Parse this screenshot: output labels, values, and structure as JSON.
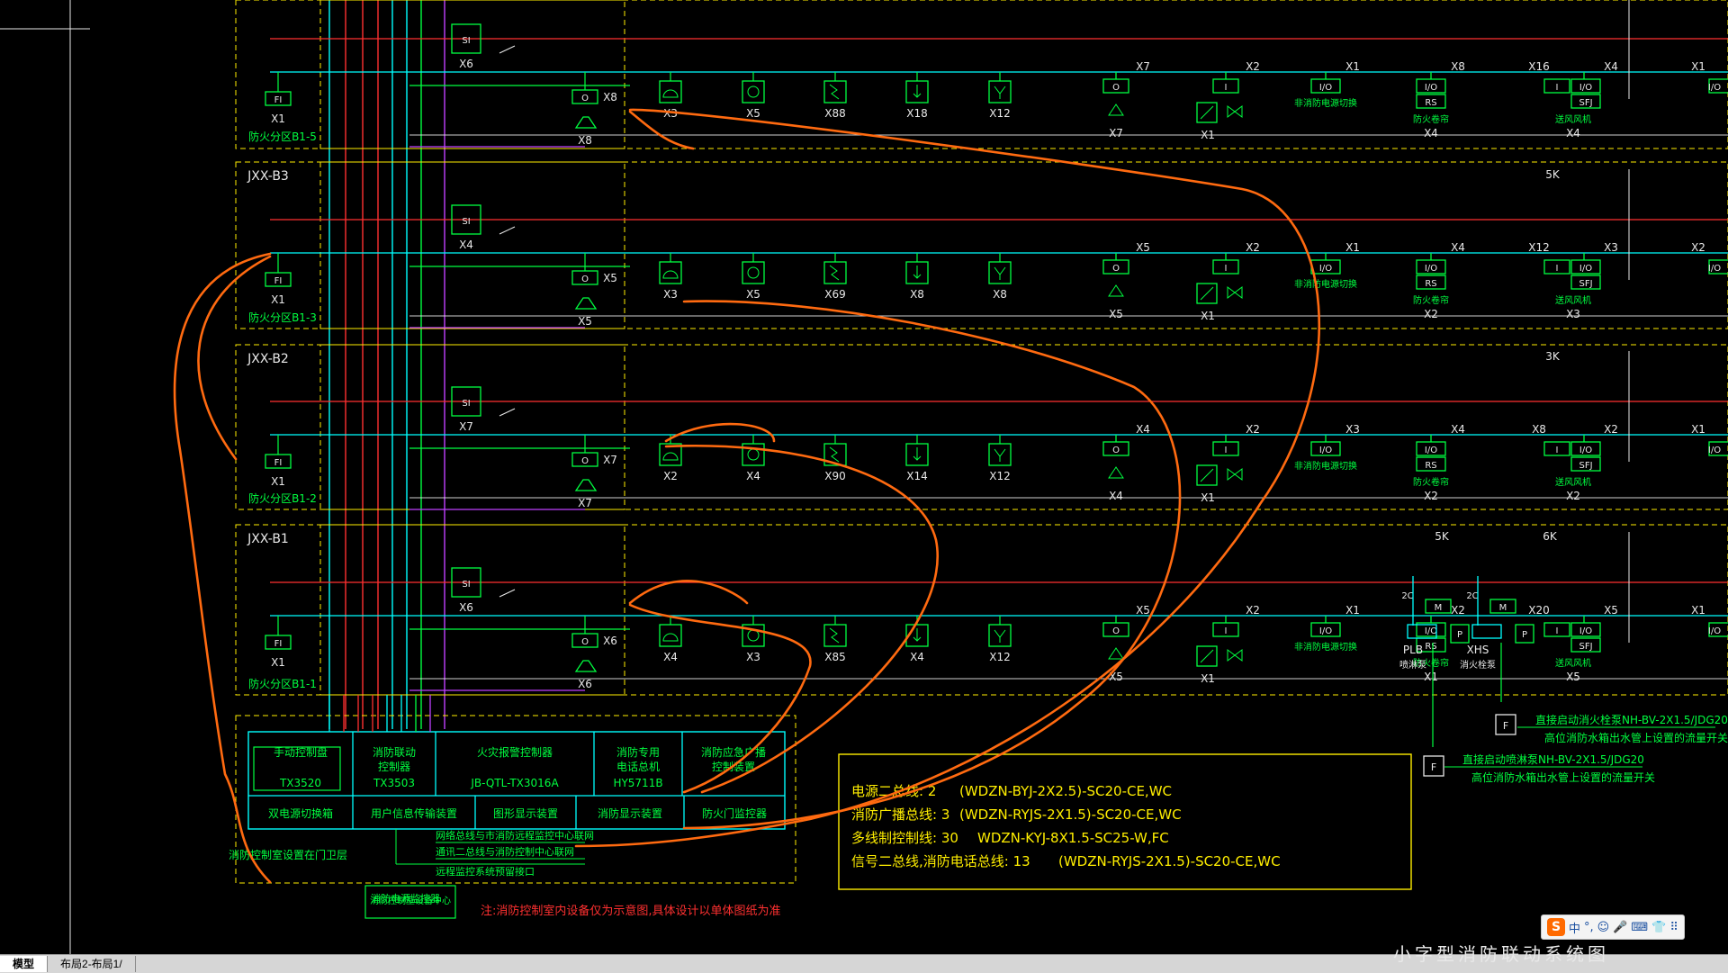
{
  "floors": [
    {
      "id": "JXX-B3",
      "zone": "防火分区B1-3"
    },
    {
      "id": "JXX-B2",
      "zone": "防火分区B1-2"
    },
    {
      "id": "JXX-B1",
      "zone": "防火分区B1-1"
    }
  ],
  "top_zone": "防火分区B1-5",
  "rows": [
    {
      "fi": "X1",
      "si": "X6",
      "rel": "X8",
      "bell": "X8",
      "horn": "X3",
      "x5": "X5",
      "man": "X88",
      "sm": "X18",
      "heat": "X12",
      "sig": "X7",
      "valve_a": "X7",
      "valve_b": "X2",
      "valve_c": "X1",
      "io1": "X1",
      "io1_sub": "非消防电源切换",
      "rs": "X8",
      "rs_sub": "防火卷帘",
      "rs_sub2": "X4",
      "sfj": "X16",
      "sfj2": "X4",
      "sfj_sub": "送风风机",
      "sfj_sub2": "X4",
      "end": "X1"
    },
    {
      "fi": "X1",
      "si": "X4",
      "rel": "X5",
      "bell": "X5",
      "horn": "X3",
      "x5": "X5",
      "man": "X69",
      "sm": "X8",
      "heat": "X8",
      "sig": "X5",
      "valve_a": "X5",
      "valve_b": "X2",
      "valve_c": "X1",
      "io1": "X1",
      "io1_sub": "非消防电源切换",
      "rs": "X4",
      "rs_sub": "防火卷帘",
      "rs_sub2": "X2",
      "sfj": "X12",
      "sfj2": "X3",
      "sfj_sub": "送风风机",
      "sfj_sub2": "X3",
      "end": "X2"
    },
    {
      "fi": "X1",
      "si": "X7",
      "rel": "X7",
      "bell": "X7",
      "horn": "X2",
      "x5": "X4",
      "man": "X90",
      "sm": "X14",
      "heat": "X12",
      "sig": "X4",
      "valve_a": "X4",
      "valve_b": "X2",
      "valve_c": "X1",
      "io1": "X3",
      "io1_sub": "非消防电源切换",
      "rs": "X4",
      "rs_sub": "防火卷帘",
      "rs_sub2": "X2",
      "sfj": "X8",
      "sfj2": "X2",
      "sfj_sub": "送风风机",
      "sfj_sub2": "X2",
      "end": "X1"
    },
    {
      "fi": "X1",
      "si": "X6",
      "rel": "X6",
      "bell": "X6",
      "horn": "X4",
      "x5": "X3",
      "man": "X85",
      "sm": "X4",
      "heat": "X12",
      "sig": "X5",
      "valve_a": "X5",
      "valve_b": "X2",
      "valve_c": "X1",
      "io1": "X1",
      "io1_sub": "非消防电源切换",
      "rs": "X2",
      "rs_sub": "防火卷帘",
      "rs_sub2": "X1",
      "sfj": "X20",
      "sfj2": "X5",
      "sfj_sub": "送风风机",
      "sfj_sub2": "X5",
      "end": "X1"
    }
  ],
  "labels": {
    "fi": "FI",
    "si": "SI",
    "o": "O",
    "io": "I/O",
    "rs": "RS",
    "sfj": "SFJ",
    "i": "I",
    "m": "M",
    "p": "P",
    "f": "F",
    "k5": "5K",
    "k3": "3K",
    "k5b": "5K",
    "k6": "6K",
    "c2": "2C",
    "plb": "PLB",
    "plb_sub": "喷淋泵",
    "xhs": "XHS",
    "xhs_sub": "消火栓泵"
  },
  "control_room": {
    "cells": [
      {
        "title": "手动控制盘",
        "sub": "TX3520"
      },
      {
        "title": "消防联动\n控制器",
        "sub": "TX3503"
      },
      {
        "title": "火灾报警控制器",
        "sub": "JB-QTL-TX3016A"
      },
      {
        "title": "消防专用\n电话总机",
        "sub": "HY5711B"
      },
      {
        "title": "消防应急广播\n控制装置",
        "sub": ""
      }
    ],
    "row2": [
      "双电源切换箱",
      "用户信息传输装置",
      "图形显示装置",
      "消防显示装置",
      "防火门监控器"
    ],
    "lines": [
      "网络总线与市消防远程监控中心联网",
      "通讯二总线与消防控制中心联网",
      "远程监控系统预留接口",
      "消防电源监控器"
    ],
    "caption": "消防控制室设置在门卫层",
    "center": "消防控制室设备中心",
    "note": "注:消防控制室内设备仅为示意图,具体设计以单体图纸为准"
  },
  "legend": [
    {
      "k": "电源二总线: 2",
      "v": "(WDZN-BYJ-2X2.5)-SC20-CE,WC"
    },
    {
      "k": "消防广播总线: 3",
      "v": "(WDZN-RYJS-2X1.5)-SC20-CE,WC"
    },
    {
      "k": "多线制控制线: 30",
      "v": "WDZN-KYJ-8X1.5-SC25-W,FC"
    },
    {
      "k": "信号二总线,消防电话总线: 13",
      "v": "(WDZN-RYJS-2X1.5)-SC20-CE,WC"
    }
  ],
  "pump_notes": [
    {
      "a": "直接启动消火栓泵NH-BV-2X1.5/JDG20",
      "b": "高位消防水箱出水管上设置的流量开关"
    },
    {
      "a": "直接启动喷淋泵NH-BV-2X1.5/JDG20",
      "b": "高位消防水箱出水管上设置的流量开关"
    }
  ],
  "tabs": [
    "模型",
    "布局2-布局1/"
  ],
  "ime": {
    "logo": "S",
    "items": [
      "中",
      "°,",
      "☺",
      "🎤",
      "⌨",
      "👕",
      "⠿"
    ]
  },
  "bottom_title": "小字型消防联动系统图"
}
